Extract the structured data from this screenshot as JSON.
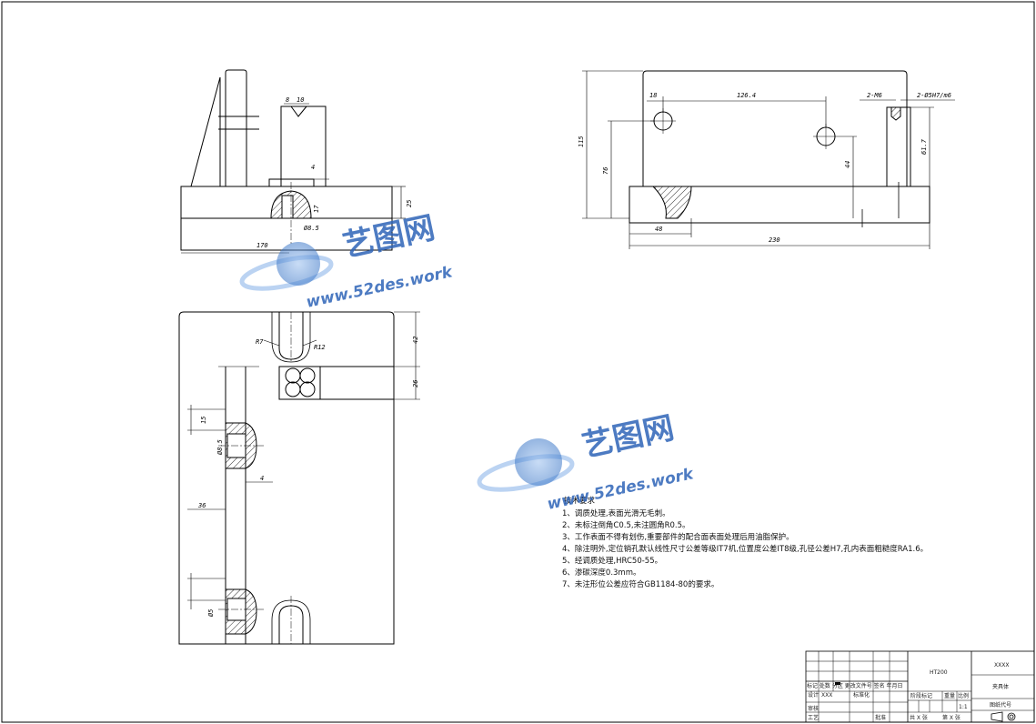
{
  "watermark": {
    "brand_cn": "艺图网",
    "brand_url": "www.52des.work"
  },
  "dimensions": {
    "front": {
      "d1": "8",
      "d2": "10",
      "d3": "4",
      "d4": "17",
      "d5": "25",
      "d6": "Ø8.5",
      "d7": "170"
    },
    "side": {
      "d1": "18",
      "d2": "126.4",
      "d3": "2-M6",
      "d4": "2-Ø5H7/m6",
      "d5": "115",
      "d6": "76",
      "d7": "44",
      "d8": "61.7",
      "d9": "48",
      "d10": "230"
    },
    "top": {
      "r1": "R7",
      "r2": "R12",
      "d1": "42",
      "d2": "26",
      "d3": "15",
      "d4": "Ø8.5",
      "d5": "4",
      "d6": "36",
      "d7": "Ø5"
    }
  },
  "notes": {
    "heading": "技术要求",
    "items": [
      "1、调质处理,表面光滑无毛刺。",
      "2、未标注倒角C0.5,未注圆角R0.5。",
      "3、工作表面不得有划伤,重要部件的配合面表面处理后用油脂保护。",
      "4、除注明外,定位销孔默认线性尺寸公差等级IT7机,位置度公差IT8级,孔径公差H7,孔内表面粗糙度RA1.6。",
      "5、经调质处理,HRC50-55。",
      "6、渗碳深度0.3mm。",
      "7、未注形位公差应符合GB1184-80的要求。"
    ]
  },
  "title_block": {
    "material": "HT200",
    "drawing_no": "XXXX",
    "part_name": "夹具体",
    "scale": "1:1",
    "scale_label": "比例",
    "stage_mark": "阶段标记",
    "weight": "重量",
    "code": "图纸代号",
    "design": "设计",
    "designer": "XXX",
    "standardization": "标准化",
    "review": "审核",
    "process": "工艺",
    "approve": "批准",
    "sheets_total": "共 X 张",
    "sheet_no": "第 X 张",
    "header_row": "标记 处数 分区 更改文件号 签名 年月日"
  }
}
